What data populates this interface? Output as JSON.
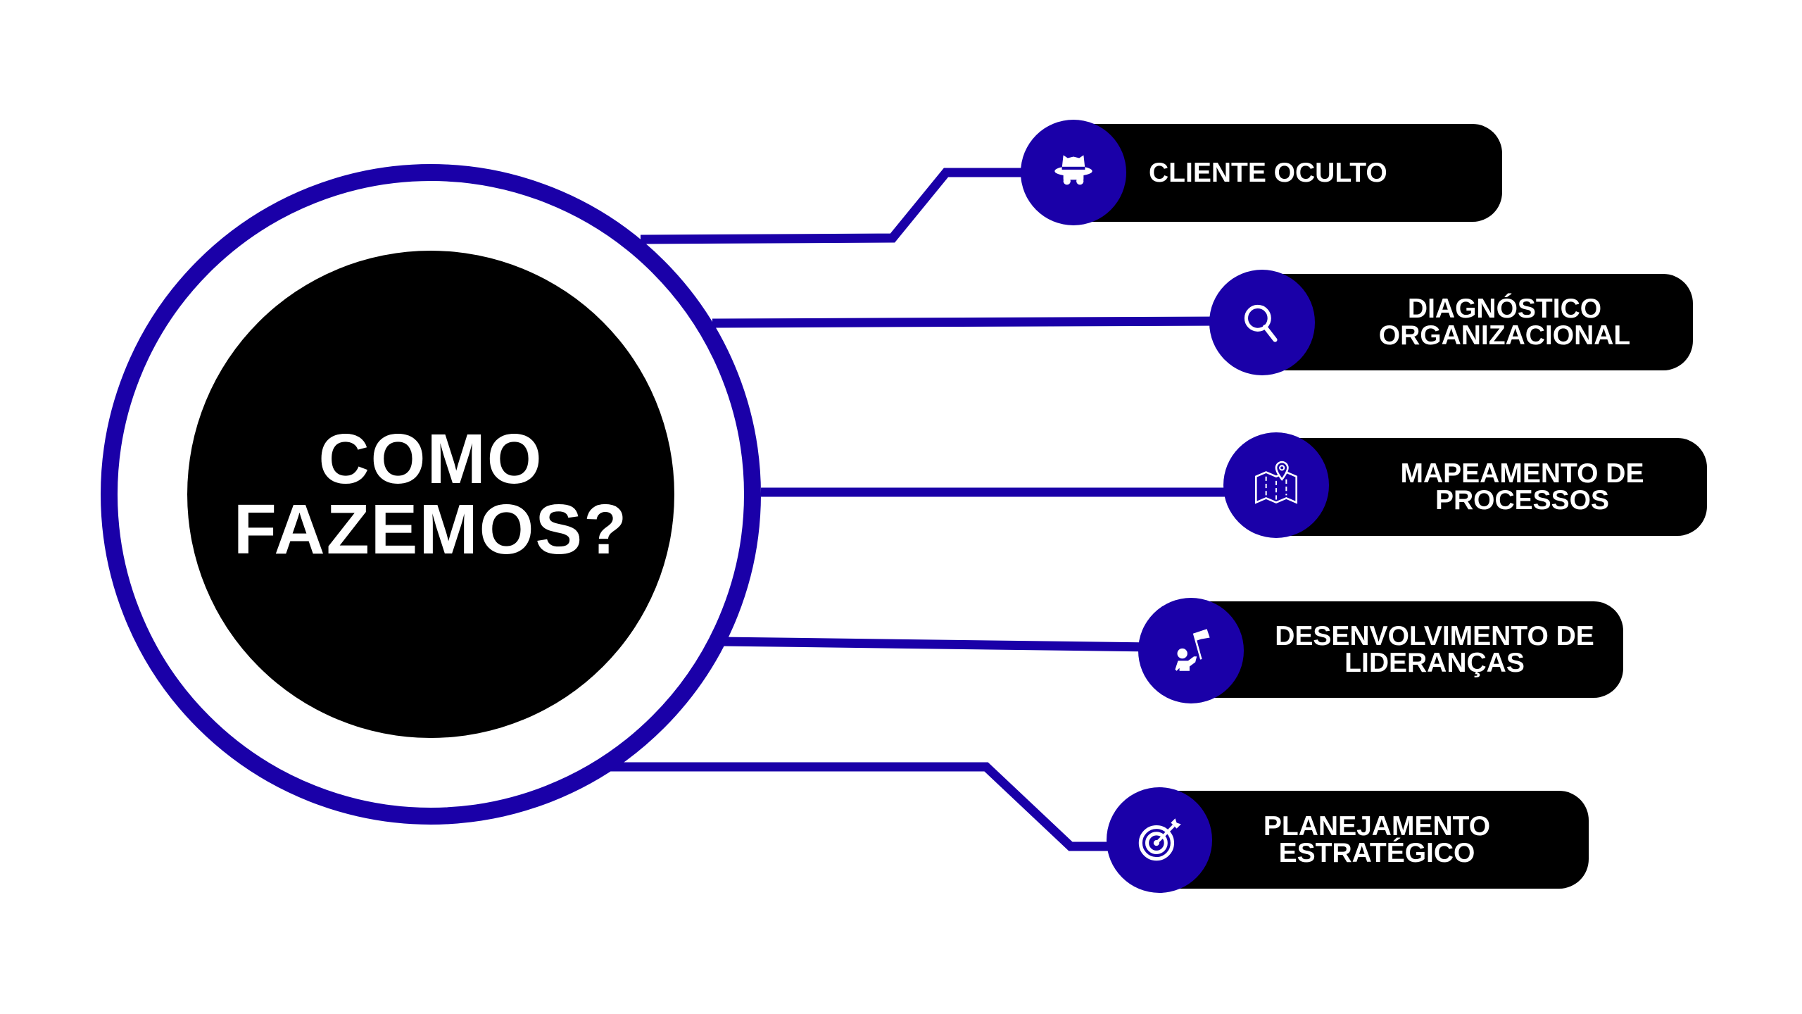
{
  "center": {
    "line1": "COMO",
    "line2": "FAZEMOS?"
  },
  "colors": {
    "accent": "#1a00a8",
    "pill": "#000000",
    "text": "#ffffff"
  },
  "items": [
    {
      "icon": "spy-hat-icon",
      "lines": [
        "CLIENTE OCULTO"
      ]
    },
    {
      "icon": "magnifier-icon",
      "lines": [
        "DIAGNÓSTICO",
        "ORGANIZACIONAL"
      ]
    },
    {
      "icon": "map-pin-icon",
      "lines": [
        "MAPEAMENTO DE",
        "PROCESSOS"
      ]
    },
    {
      "icon": "leader-flag-icon",
      "lines": [
        "DESENVOLVIMENTO DE",
        "LIDERANÇAS"
      ]
    },
    {
      "icon": "target-arrow-icon",
      "lines": [
        "PLANEJAMENTO",
        "ESTRATÉGICO"
      ]
    }
  ]
}
